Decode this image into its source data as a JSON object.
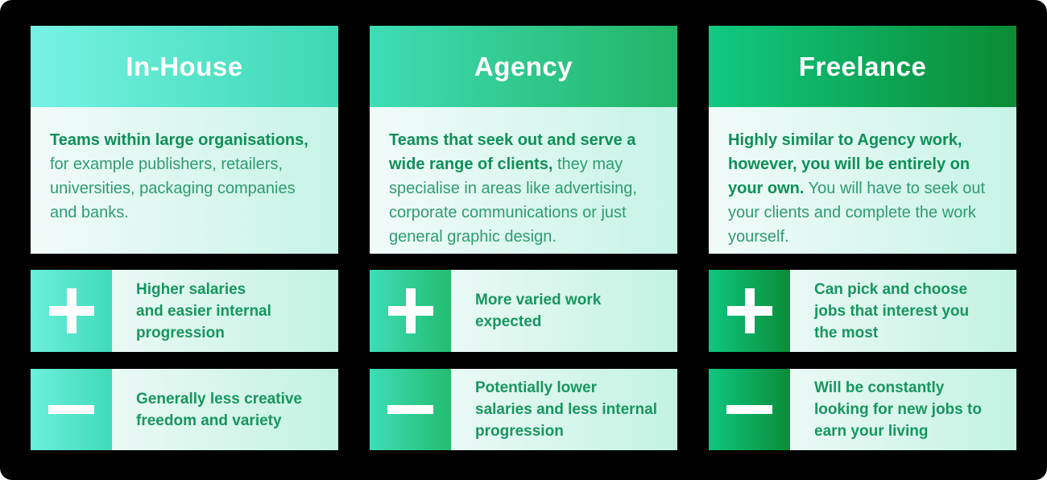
{
  "palette": {
    "page_bg": "#ffffff",
    "canvas_bg": "#000000",
    "title_color": "#ffffff",
    "desc_bold_color": "#0E9058",
    "desc_regular_color": "#2E9C6E",
    "row_text_color": "#17965F",
    "body_from": "#F1FBF9",
    "body_to": "#C7F3E6",
    "row_from": "#EAF9F5",
    "row_to": "#C2F2E2",
    "icon_color": "#ffffff"
  },
  "columns": [
    {
      "title": "In-House",
      "description": {
        "lead": "Teams within large organisations,",
        "rest": "for example publishers, retailers, universities, packaging companies and banks."
      },
      "pro": "Higher salaries\nand easier internal\nprogression",
      "con": "Generally less creative\nfreedom and variety",
      "colors": {
        "header_from": "#76F2E4",
        "header_to": "#3CD8B2",
        "square_from": "#6BEFDD",
        "square_to": "#3FDBB9"
      }
    },
    {
      "title": "Agency",
      "description": {
        "lead": "Teams that seek out and serve a wide range of clients,",
        "rest": "they may specialise in areas like advertising, corporate communications or just general graphic design."
      },
      "pro": "More varied work\nexpected",
      "con": "Potentially lower\nsalaries and less internal\nprogression",
      "colors": {
        "header_from": "#3FDDB5",
        "header_to": "#22B466",
        "square_from": "#3EDDB6",
        "square_to": "#23BC70"
      }
    },
    {
      "title": "Freelance",
      "description": {
        "lead": "Highly similar to Agency work, however, you will be entirely on your own.",
        "rest": "You will have to seek out your clients and complete the work yourself."
      },
      "pro": "Can pick and choose\njobs that interest you\nthe most",
      "con": "Will be constantly\nlooking for new jobs to\nearn your living",
      "colors": {
        "header_from": "#10C981",
        "header_to": "#0A8B34",
        "square_from": "#0EC77F",
        "square_to": "#0A8C38"
      }
    }
  ]
}
